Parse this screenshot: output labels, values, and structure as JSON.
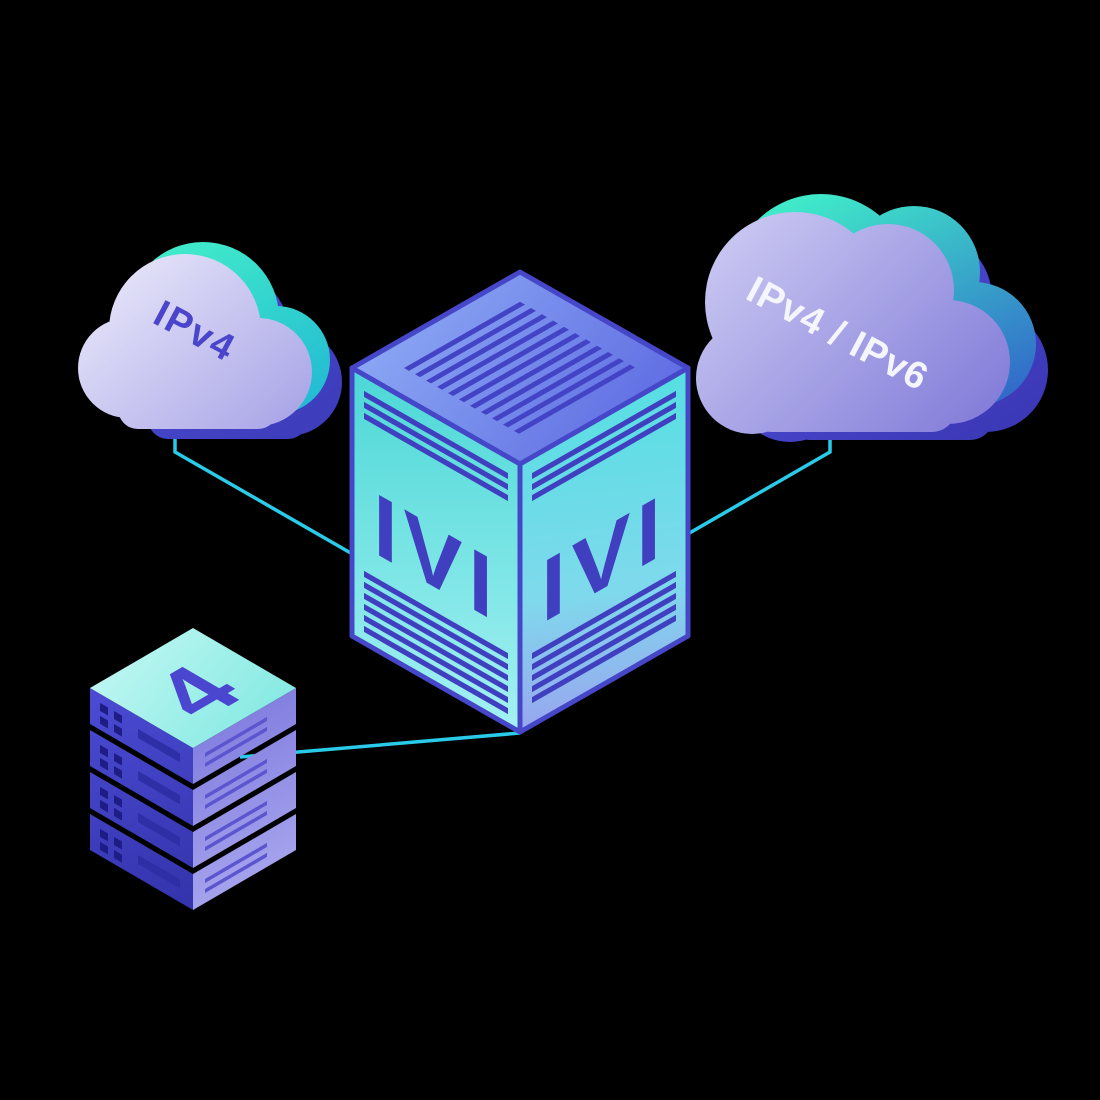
{
  "diagram": {
    "background": "#000000",
    "clouds": {
      "left": {
        "label": "IPv4",
        "label_color": "#4a45cb",
        "body_top": "#e6e5f9",
        "body_bottom": "#a5a1e6",
        "accent_teal": "#41ebc9",
        "shadow_indigo": "#4646ca"
      },
      "right": {
        "label": "IPv4 / IPv6",
        "label_color": "#f5f5fd",
        "body_top": "#cac8f2",
        "body_bottom": "#7d76d7",
        "accent_teal": "#3fe9c9",
        "shadow_indigo": "#4a48cf"
      }
    },
    "gateway_box": {
      "left_face_label": "IVI",
      "right_face_label": "IVI",
      "top_fill": "#8ca9f4",
      "left_face_fill": "#4ed8d7",
      "right_face_fill": "#56dfe2",
      "stripe_color": "#3f3fc0",
      "edge_color": "#4646c8"
    },
    "server_stack": {
      "label": "4",
      "label_color": "#4a46cf",
      "units": 4,
      "top_fill": "#c0f7f2",
      "left_face_fill": "#4b4bd4",
      "right_face_fill": "#8c8ae4"
    },
    "connectors": {
      "color": "#29cbe9"
    }
  }
}
